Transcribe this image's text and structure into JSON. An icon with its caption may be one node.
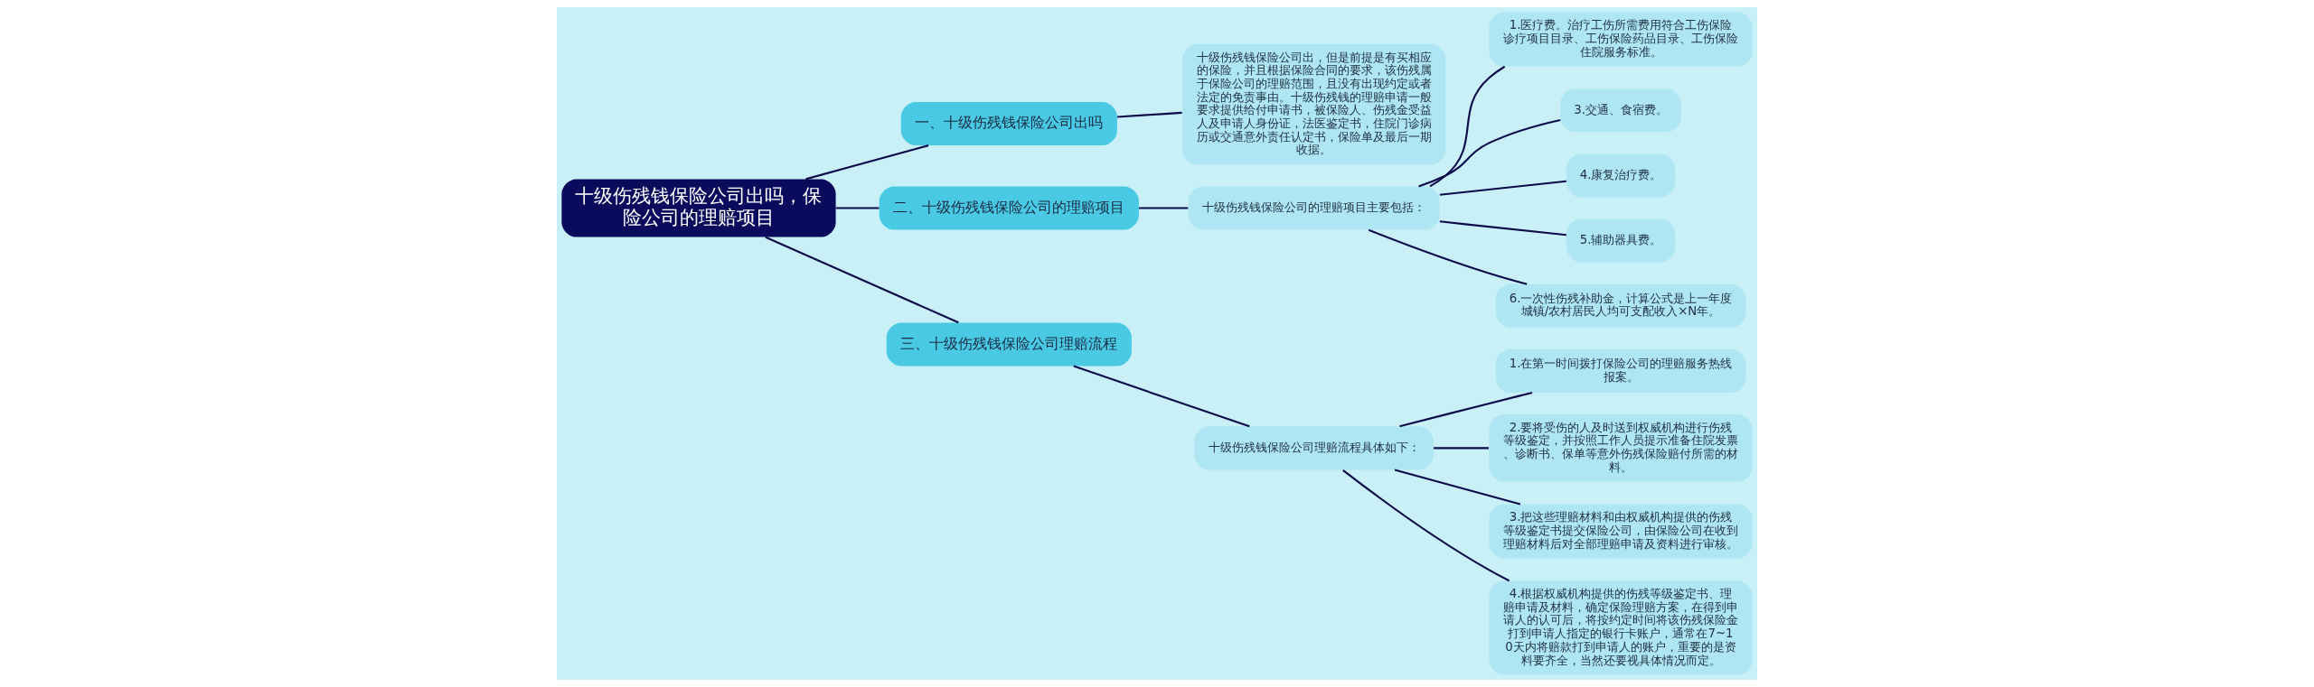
{
  "diagram": {
    "nodes": [
      {
        "text": [
          "十级伤残钱保险公司出吗，保险公司的理赔项目"
        ]
      },
      {
        "text": [
          "一、十级伤残钱保险公司出吗"
        ]
      },
      {
        "text": [
          "十级伤残钱保险公司出，但是前提是有买相应的保险，并且根据保险合同的要求，该伤残属于保险公司的理赔范围，且没有出现约定或者法定的免责事由。十级伤残钱的理赔申请一般要求提供给付申请书，被保险人、伤残金受益人及申请人身份证，法医鉴定书，住院门诊病历或交通意外责任认定书，保险单及最后一期收据。"
        ]
      },
      {
        "text": [
          "二、十级伤残钱保险公司的理赔项目"
        ]
      },
      {
        "text": [
          "十级伤残钱保险公司的理赔项目主要包括："
        ]
      },
      {
        "text": [
          "1.医疗费。治疗工伤所需费用符合工伤保险诊疗项目目录、工伤保险药品目录、工伤保险住院服务标准。"
        ]
      },
      {
        "text": [
          "3.交通、食宿费。"
        ]
      },
      {
        "text": [
          "4.康复治疗费。"
        ]
      },
      {
        "text": [
          "5.辅助器具费。"
        ]
      },
      {
        "text": [
          "6.一次性伤残补助金，计算公式是上一年度城镇/农村居民人均可支配收入×N年。"
        ]
      },
      {
        "text": [
          "三、十级伤残钱保险公司理赔流程"
        ]
      },
      {
        "text": [
          "十级伤残钱保险公司理赔流程具体如下："
        ]
      },
      {
        "text": [
          "1.在第一时间拨打保险公司的理赔服务热线报案。"
        ]
      },
      {
        "text": [
          "2.要将受伤的人及时送到权威机构进行伤残等级鉴定，并按照工作人员提示准备住院发票、诊断书、保单等意外伤残保险赔付所需的材料。"
        ]
      },
      {
        "text": [
          "3.把这些理赔材料和由权威机构提供的伤残等级鉴定书提交保险公司，由保险公司在收到理赔材料后对全部理赔申请及资料进行审核。"
        ]
      },
      {
        "text": [
          "4.根据权威机构提供的伤残等级鉴定书、理赔申请及材料，确定保险理赔方案，在得到申请人的认可后，将按约定时间将该伤残保险金打到申请人指定的银行卡账户，通常在7~10天内将赔款打到申请人的账户，重要的是资料要齐全，当然还要视具体情况而定。"
        ]
      }
    ],
    "edges": [
      {
        "from": 0,
        "to": 1,
        "arrow": "none"
      },
      {
        "from": 1,
        "to": 2,
        "arrow": "none"
      },
      {
        "from": 0,
        "to": 3,
        "arrow": "none"
      },
      {
        "from": 3,
        "to": 4,
        "arrow": "none"
      },
      {
        "from": 4,
        "to": 5,
        "arrow": "none"
      },
      {
        "from": 4,
        "to": 6,
        "arrow": "none"
      },
      {
        "from": 4,
        "to": 7,
        "arrow": "none"
      },
      {
        "from": 4,
        "to": 8,
        "arrow": "none"
      },
      {
        "from": 4,
        "to": 9,
        "arrow": "none"
      },
      {
        "from": 0,
        "to": 10,
        "arrow": "none"
      },
      {
        "from": 10,
        "to": 11,
        "arrow": "none"
      },
      {
        "from": 11,
        "to": 12,
        "arrow": "none"
      },
      {
        "from": 11,
        "to": 13,
        "arrow": "none"
      },
      {
        "from": 11,
        "to": 14,
        "arrow": "none"
      },
      {
        "from": 11,
        "to": 15,
        "arrow": "none"
      }
    ]
  }
}
